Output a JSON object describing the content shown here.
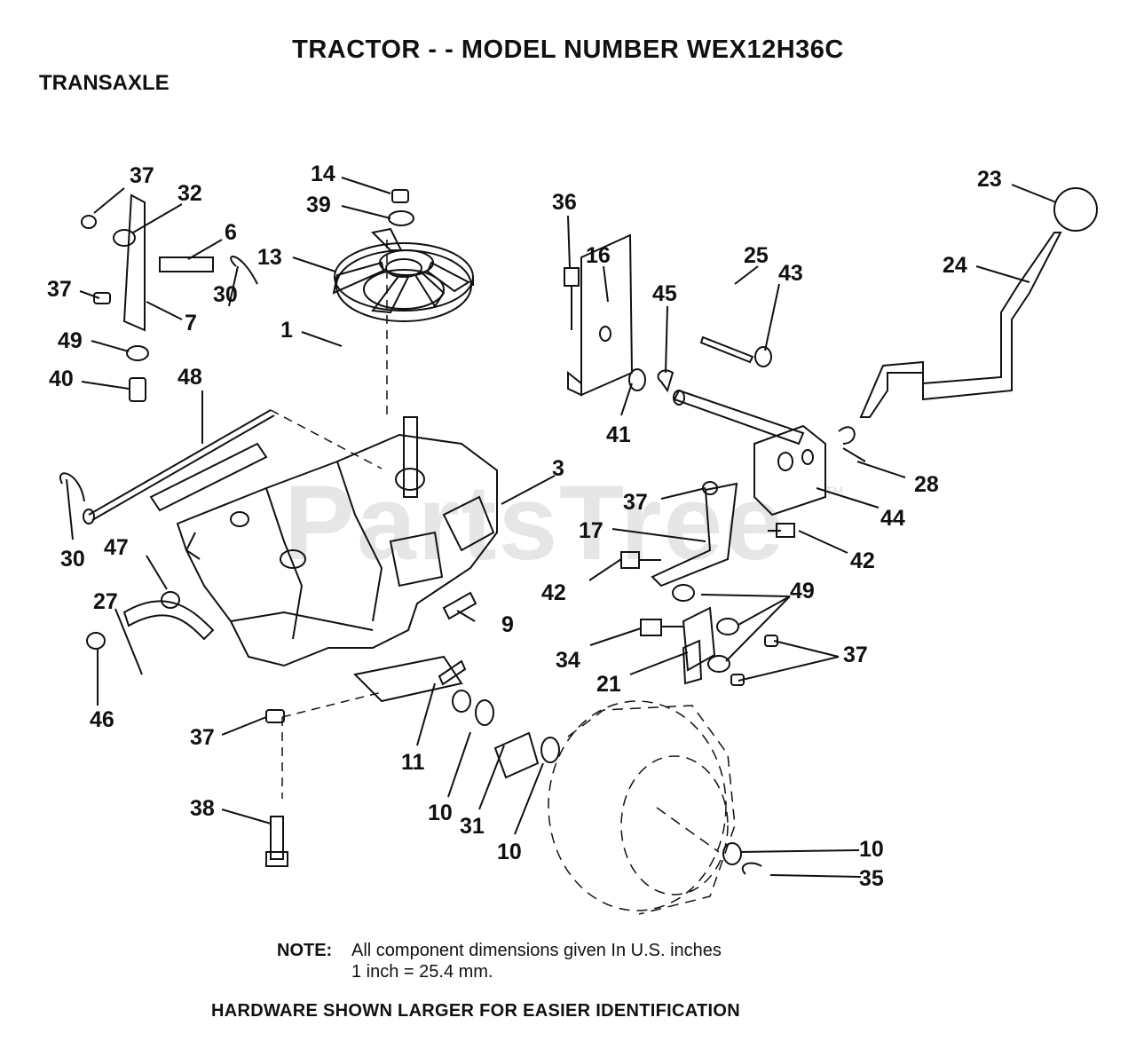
{
  "header": {
    "title": "TRACTOR - - MODEL NUMBER WEX12H36C",
    "section": "TRANSAXLE"
  },
  "watermark": "PartsTree",
  "trademark": "TM",
  "note": {
    "label": "NOTE:",
    "line1": "All component dimensions given In U.S. inches",
    "line2": "1 inch = 25.4 mm."
  },
  "footer": "HARDWARE SHOWN LARGER FOR EASIER IDENTIFICATION",
  "callouts": {
    "c37a": "37",
    "c32": "32",
    "c6": "6",
    "c37b": "37",
    "c7": "7",
    "c49a": "49",
    "c40": "40",
    "c14": "14",
    "c39": "39",
    "c13": "13",
    "c1": "1",
    "c30a": "30",
    "c48": "48",
    "c30b": "30",
    "c47": "47",
    "c27": "27",
    "c46": "46",
    "c37c": "37",
    "c38": "38",
    "c11": "11",
    "c9": "9",
    "c3": "3",
    "c10a": "10",
    "c31": "31",
    "c10b": "10",
    "c10c": "10",
    "c35": "35",
    "c36": "36",
    "c16": "16",
    "c45": "45",
    "c41": "41",
    "c25": "25",
    "c43": "43",
    "c23": "23",
    "c24": "24",
    "c28": "28",
    "c44": "44",
    "c37d": "37",
    "c17": "17",
    "c42a": "42",
    "c42b": "42",
    "c49b": "49",
    "c34": "34",
    "c21": "21",
    "c37e": "37"
  }
}
